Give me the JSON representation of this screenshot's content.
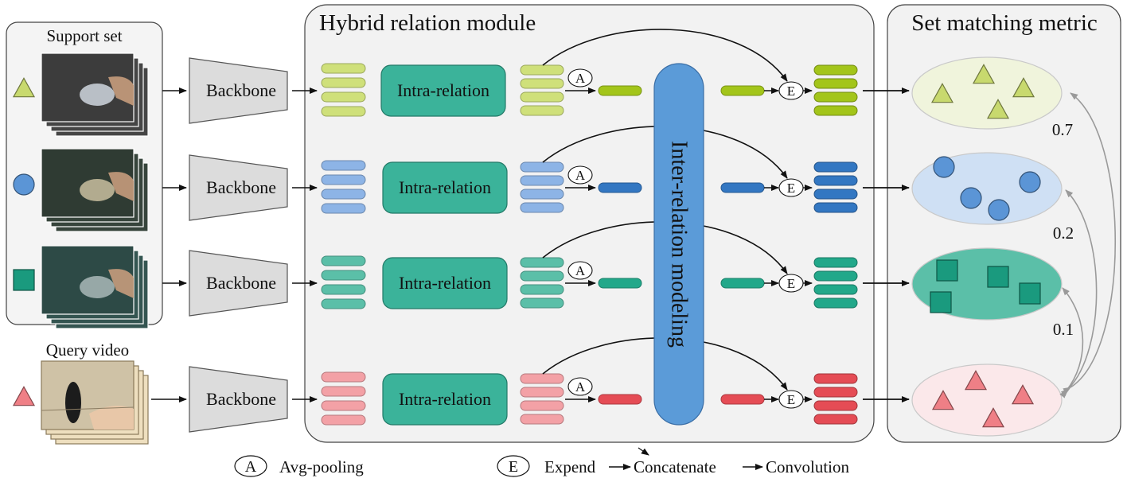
{
  "support": {
    "title": "Support set",
    "classes": [
      {
        "shape": "triangle",
        "color": "#c8d96e",
        "bar_light": "#cfe07a",
        "bar_dark": "#a3c51a"
      },
      {
        "shape": "circle",
        "color": "#5b95d6",
        "bar_light": "#8db4e6",
        "bar_dark": "#3377c2"
      },
      {
        "shape": "square",
        "color": "#1a9a7e",
        "bar_light": "#5bbfa8",
        "bar_dark": "#22a88a"
      }
    ]
  },
  "query": {
    "title": "Query video",
    "shape": "triangle",
    "color": "#ef7f86",
    "bar_light": "#f3a1a6",
    "bar_dark": "#e54c55"
  },
  "backbone_label": "Backbone",
  "hybrid": {
    "title": "Hybrid relation module",
    "intra_label": "Intra-relation",
    "inter_label": "Inter-relation modeling",
    "avg_symbol": "A",
    "expand_symbol": "E"
  },
  "metric": {
    "title": "Set matching metric",
    "ellipse_colors": [
      "#f0f4dc",
      "#cfe0f4",
      "#5bbfa8",
      "#fbe8ea"
    ],
    "scores": [
      {
        "label": "0.7",
        "color": "#c0141f"
      },
      {
        "label": "0.2",
        "color": "#111111"
      },
      {
        "label": "0.1",
        "color": "#111111"
      }
    ]
  },
  "legend": {
    "avg_symbol": "A",
    "avg_label": "Avg-pooling",
    "expand_symbol": "E",
    "expand_label": "Expend",
    "concat_label": "Concatenate",
    "conv_label": "Convolution"
  }
}
